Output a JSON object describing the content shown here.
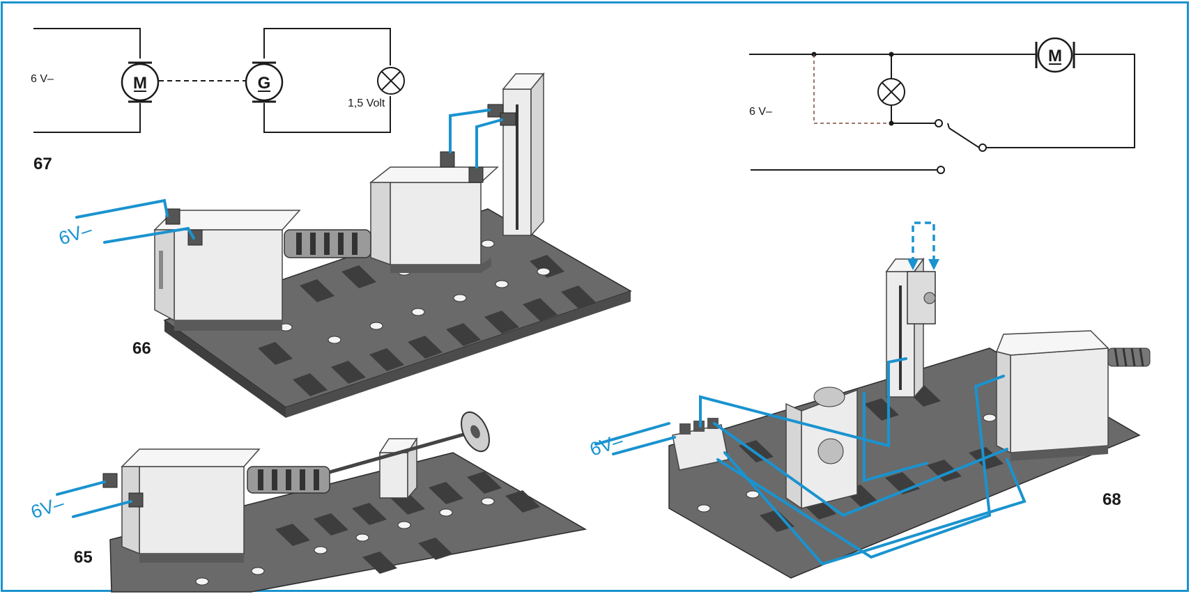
{
  "figure_numbers": {
    "fig65": "65",
    "fig66": "66",
    "fig67": "67",
    "fig68": "68"
  },
  "schematic_67": {
    "voltage_label": "6 V–",
    "motor_symbol": "M",
    "generator_symbol": "G",
    "lamp_voltage": "1,5 Volt"
  },
  "schematic_68": {
    "voltage_label": "6 V–",
    "motor_symbol": "M"
  },
  "wiring_labels": {
    "model_66_supply": "6V–",
    "model_65_supply": "6V–",
    "model_68_supply": "6V–"
  },
  "colors": {
    "border": "#1a93cf",
    "wire_blue": "#1a93cf",
    "baseplate": "#6a6a6a",
    "component_body": "#ececec"
  }
}
